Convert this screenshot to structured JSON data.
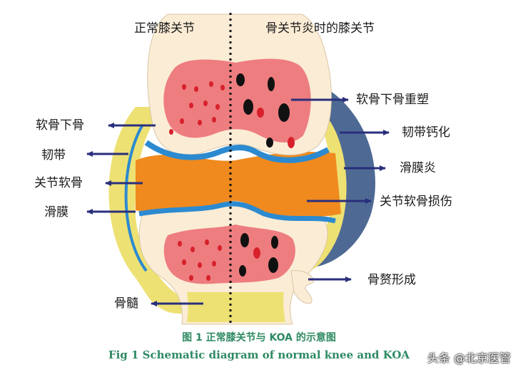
{
  "headers": {
    "normal": "正常膝关节",
    "koa": "骨关节炎时的膝关节"
  },
  "left_labels": {
    "subchondral_bone": "软骨下骨",
    "ligament": "韧带",
    "articular_cartilage": "关节软骨",
    "synovium": "滑膜",
    "bone_marrow": "骨髓"
  },
  "right_labels": {
    "subchondral_remodeling": "软骨下骨重塑",
    "ligament_calcification": "韧带钙化",
    "synovitis": "滑膜炎",
    "cartilage_damage": "关节软骨损伤",
    "osteophyte": "骨赘形成"
  },
  "caption": {
    "cn": "图 1    正常膝关节与 KOA 的示意图",
    "en": "Fig 1    Schematic diagram of normal knee and KOA"
  },
  "watermark": "头条 @北京医管",
  "colors": {
    "bone_outer": "#fbecd6",
    "marrow": "#ee7d80",
    "red_spot": "#d8212b",
    "black_lesion": "#111111",
    "cartilage_blue": "#2c8ad0",
    "orange": "#f08a1e",
    "yellow_band": "#eee173",
    "dark_cap": "#4e6a94",
    "arrow": "#2a2f7c",
    "caption_green": "#2e8a62"
  }
}
